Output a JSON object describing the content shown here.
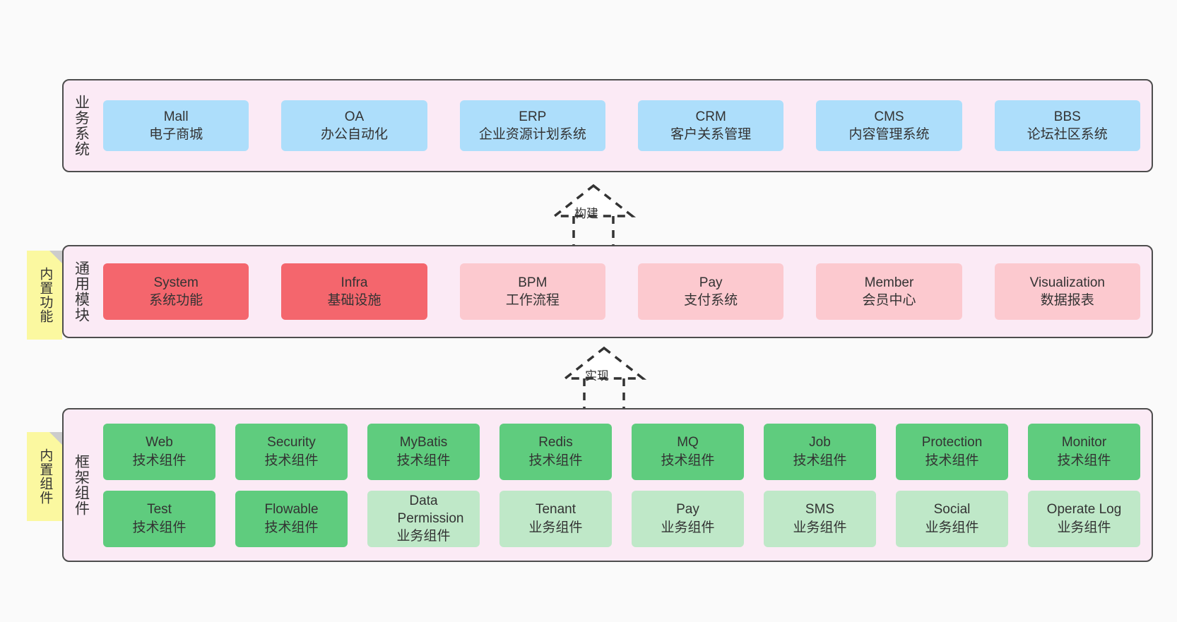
{
  "diagram": {
    "background": "#fafafa",
    "panel_fill": "#fbeaf5",
    "panel_stroke": "#4d4d4d",
    "sticky_fill": "#fbf8a0"
  },
  "layers": {
    "business": {
      "title": "业务系统",
      "rows": [
        {
          "nodes": [
            {
              "en": "Mall",
              "cn": "电子商城",
              "color": "#addefb",
              "style": "c-blue"
            },
            {
              "en": "OA",
              "cn": "办公自动化",
              "color": "#addefb",
              "style": "c-blue"
            },
            {
              "en": "ERP",
              "cn": "企业资源计划系统",
              "color": "#addefb",
              "style": "c-blue"
            },
            {
              "en": "CRM",
              "cn": "客户关系管理",
              "color": "#addefb",
              "style": "c-blue"
            },
            {
              "en": "CMS",
              "cn": "内容管理系统",
              "color": "#addefb",
              "style": "c-blue"
            },
            {
              "en": "BBS",
              "cn": "论坛社区系统",
              "color": "#addefb",
              "style": "c-blue"
            }
          ]
        }
      ]
    },
    "modules": {
      "title": "通用模块",
      "rows": [
        {
          "nodes": [
            {
              "en": "System",
              "cn": "系统功能",
              "color": "#f4666d",
              "style": "c-red"
            },
            {
              "en": "Infra",
              "cn": "基础设施",
              "color": "#f4666d",
              "style": "c-red"
            },
            {
              "en": "BPM",
              "cn": "工作流程",
              "color": "#fcc9cf",
              "style": "c-pink"
            },
            {
              "en": "Pay",
              "cn": "支付系统",
              "color": "#fcc9cf",
              "style": "c-pink"
            },
            {
              "en": "Member",
              "cn": "会员中心",
              "color": "#fcc9cf",
              "style": "c-pink"
            },
            {
              "en": "Visualization",
              "cn": "数据报表",
              "color": "#fcc9cf",
              "style": "c-pink"
            }
          ]
        }
      ]
    },
    "framework": {
      "title": "框架组件",
      "rows": [
        {
          "nodes": [
            {
              "en": "Web",
              "cn": "技术组件",
              "color": "#5fcc7e",
              "style": "c-green"
            },
            {
              "en": "Security",
              "cn": "技术组件",
              "color": "#5fcc7e",
              "style": "c-green"
            },
            {
              "en": "MyBatis",
              "cn": "技术组件",
              "color": "#5fcc7e",
              "style": "c-green"
            },
            {
              "en": "Redis",
              "cn": "技术组件",
              "color": "#5fcc7e",
              "style": "c-green"
            },
            {
              "en": "MQ",
              "cn": "技术组件",
              "color": "#5fcc7e",
              "style": "c-green"
            },
            {
              "en": "Job",
              "cn": "技术组件",
              "color": "#5fcc7e",
              "style": "c-green"
            },
            {
              "en": "Protection",
              "cn": "技术组件",
              "color": "#5fcc7e",
              "style": "c-green"
            },
            {
              "en": "Monitor",
              "cn": "技术组件",
              "color": "#5fcc7e",
              "style": "c-green"
            }
          ]
        },
        {
          "nodes": [
            {
              "en": "Test",
              "cn": "技术组件",
              "color": "#5fcc7e",
              "style": "c-green"
            },
            {
              "en": "Flowable",
              "cn": "技术组件",
              "color": "#5fcc7e",
              "style": "c-green"
            },
            {
              "en": "Data Permission",
              "cn": "业务组件",
              "color": "#bfe8c8",
              "style": "c-lightgreen"
            },
            {
              "en": "Tenant",
              "cn": "业务组件",
              "color": "#bfe8c8",
              "style": "c-lightgreen"
            },
            {
              "en": "Pay",
              "cn": "业务组件",
              "color": "#bfe8c8",
              "style": "c-lightgreen"
            },
            {
              "en": "SMS",
              "cn": "业务组件",
              "color": "#bfe8c8",
              "style": "c-lightgreen"
            },
            {
              "en": "Social",
              "cn": "业务组件",
              "color": "#bfe8c8",
              "style": "c-lightgreen"
            },
            {
              "en": "Operate Log",
              "cn": "业务组件",
              "color": "#bfe8c8",
              "style": "c-lightgreen"
            }
          ]
        }
      ]
    }
  },
  "sticky_notes": [
    {
      "text": "内置功能"
    },
    {
      "text": "内置组件"
    }
  ],
  "connectors": [
    {
      "label": "构建",
      "from": "通用模块",
      "to": "业务系统",
      "style": "dashed-generalization"
    },
    {
      "label": "实现",
      "from": "框架组件",
      "to": "通用模块",
      "style": "dashed-generalization"
    }
  ]
}
